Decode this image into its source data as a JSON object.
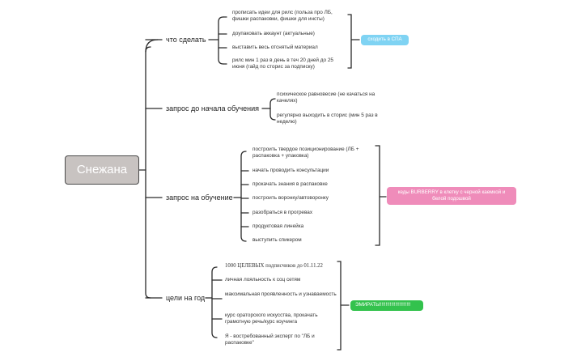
{
  "root": {
    "label": "Снежана"
  },
  "branches": [
    {
      "label": "что сделать",
      "items": [
        "прописать идеи для рилс (польза про ЛБ, фишки распаковки, фишки для инсты)",
        "доупаковать аккаунт (актуальные)",
        "выставить весь отснятый материал",
        "рилс мин 1 раз в день  в теч 20 дней до 25 июня (гайд  по сторис за подписку)"
      ],
      "summary": "сходить в СПА",
      "summary_color": "#7fd3f3"
    },
    {
      "label": "запрос до начала обучения",
      "items": [
        "психическое равновесие (не качаться на качелях)",
        "регулярно выходить в сторис (мин 5 раз в неделю)"
      ]
    },
    {
      "label": "запрос на обучение",
      "items": [
        "построить твердое позиционирование (ЛБ + распаковка + упаковка)",
        "начать проводить консультации",
        "прокачать знания в распаковке",
        "построить воронку/автоворонку",
        "разобраться в прогревах",
        "продуктовая линейка",
        "выступить спикером"
      ],
      "summary": "кеды BURBERRY в клетку с черной каемкой и белой подошвой",
      "summary_color": "#ef8cba"
    },
    {
      "label": "цели на год",
      "items": [
        "1000 ЦЕЛЕВЫХ подписчиков до 01.11.22",
        "личная лояльность к соц сетям",
        "максимальная проявленность и узнаваемость",
        "курс ораторского искусства, прокачать грамотную речь/курс коучинга",
        "Я - востребованный эксперт по \"ЛБ и распаковке\""
      ],
      "summary": "ЭМИРАТЫ!!!!!!!!!!!!!!!!!!!!!!",
      "summary_color": "#33c24d"
    }
  ]
}
